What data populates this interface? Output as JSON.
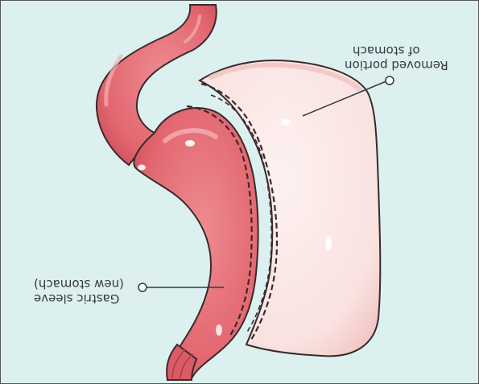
{
  "labels": {
    "removed_portion_line1": "of stomach",
    "removed_portion_line2": "Removed portion",
    "gastric_sleeve_line1": "(new stomach)",
    "gastric_sleeve_line2": "Gastric sleeve"
  },
  "colors": {
    "background": "#dcf0ef",
    "sleeve_fill": "#e2666f",
    "sleeve_shade": "#c54b55",
    "sleeve_highlight": "#f0a3a8",
    "removed_fill": "#f9e2e0",
    "removed_edge": "#f3c6c3",
    "outline": "#3a2a2c",
    "leader_line": "#333a3f"
  }
}
